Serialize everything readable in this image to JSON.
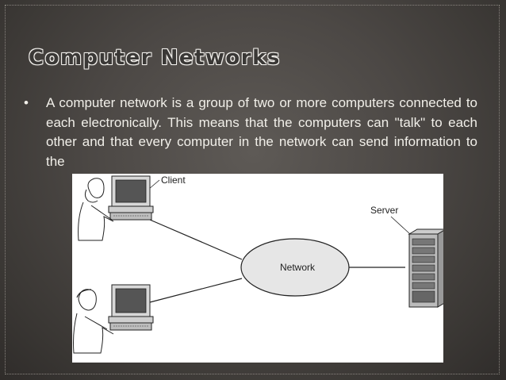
{
  "slide": {
    "title": "Computer Networks",
    "bullet_marker": "•",
    "bullet_text": "A computer network is a group of two or more computers connected to each electronically. This means that the computers can \"talk\" to each other and that every computer in the network can send information to the"
  },
  "diagram": {
    "client_label": "Client",
    "server_label": "Server",
    "network_label": "Network"
  }
}
